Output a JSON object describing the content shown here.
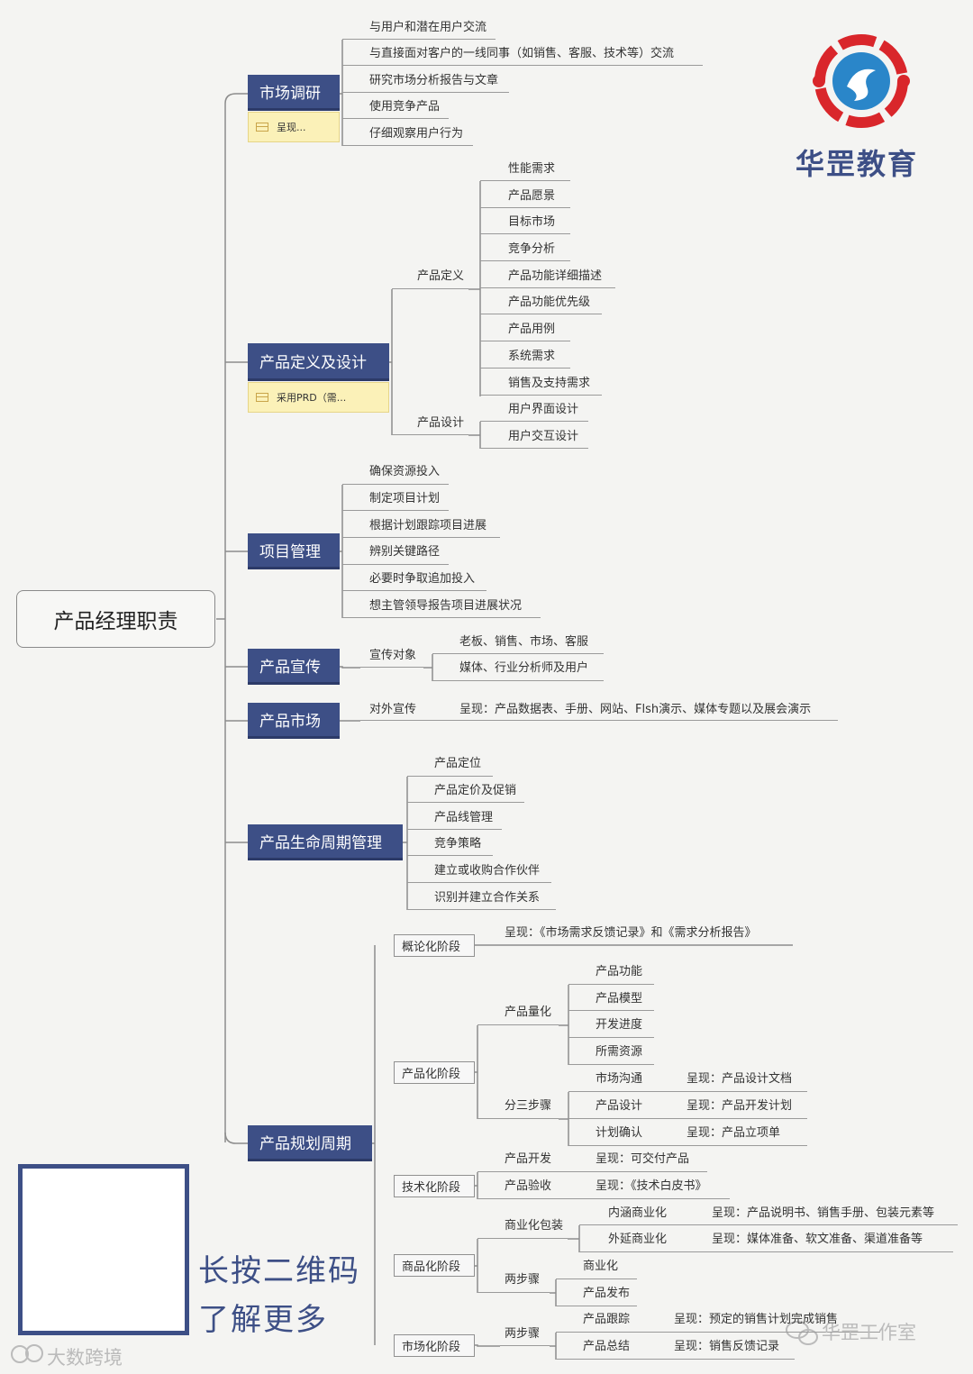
{
  "root": "产品经理职责",
  "logo": {
    "text": "华罡教育",
    "colors": {
      "ring": "#d9262b",
      "center": "#2a86c9"
    }
  },
  "categories": [
    {
      "label": "市场调研",
      "note": "呈现...",
      "items": [
        "与用户和潜在用户交流",
        "与直接面对客户的一线同事（如销售、客服、技术等）交流",
        "研究市场分析报告与文章",
        "使用竞争产品",
        "仔细观察用户行为"
      ]
    },
    {
      "label": "产品定义及设计",
      "note": "采用PRD（需...",
      "groups": [
        {
          "label": "产品定义",
          "items": [
            "性能需求",
            "产品愿景",
            "目标市场",
            "竞争分析",
            "产品功能详细描述",
            "产品功能优先级",
            "产品用例",
            "系统需求",
            "销售及支持需求"
          ]
        },
        {
          "label": "产品设计",
          "items": [
            "用户界面设计",
            "用户交互设计"
          ]
        }
      ]
    },
    {
      "label": "项目管理",
      "items": [
        "确保资源投入",
        "制定项目计划",
        "根据计划跟踪项目进展",
        "辨别关键路径",
        "必要时争取追加投入",
        "想主管领导报告项目进展状况"
      ]
    },
    {
      "label": "产品宣传",
      "groups": [
        {
          "label": "宣传对象",
          "items": [
            "老板、销售、市场、客服",
            "媒体、行业分析师及用户"
          ]
        }
      ]
    },
    {
      "label": "产品市场",
      "groups": [
        {
          "label": "对外宣传",
          "items": [
            "呈现：产品数据表、手册、网站、Flsh演示、媒体专题以及展会演示"
          ]
        }
      ]
    },
    {
      "label": "产品生命周期管理",
      "items": [
        "产品定位",
        "产品定价及促销",
        "产品线管理",
        "竞争策略",
        "建立或收购合作伙伴",
        "识别并建立合作关系"
      ]
    },
    {
      "label": "产品规划周期",
      "stages": [
        {
          "label": "概论化阶段",
          "text": "呈现：《市场需求反馈记录》和《需求分析报告》"
        },
        {
          "label": "产品化阶段",
          "groups": [
            {
              "label": "产品量化",
              "items": [
                "产品功能",
                "产品模型",
                "开发进度",
                "所需资源"
              ]
            },
            {
              "label": "分三步骤",
              "pairs": [
                {
                  "name": "市场沟通",
                  "value": "呈现：产品设计文档"
                },
                {
                  "name": "产品设计",
                  "value": "呈现：产品开发计划"
                },
                {
                  "name": "计划确认",
                  "value": "呈现：产品立项单"
                }
              ]
            }
          ]
        },
        {
          "label": "技术化阶段",
          "pairs": [
            {
              "name": "产品开发",
              "value": "呈现：可交付产品"
            },
            {
              "name": "产品验收",
              "value": "呈现：《技术白皮书》"
            }
          ]
        },
        {
          "label": "商品化阶段",
          "groups": [
            {
              "label": "商业化包装",
              "pairs": [
                {
                  "name": "内涵商业化",
                  "value": "呈现：产品说明书、销售手册、包装元素等"
                },
                {
                  "name": "外延商业化",
                  "value": "呈现：媒体准备、软文准备、渠道准备等"
                }
              ]
            },
            {
              "label": "两步骤",
              "items": [
                "商业化",
                "产品发布"
              ]
            }
          ]
        },
        {
          "label": "市场化阶段",
          "groups": [
            {
              "label": "两步骤",
              "pairs": [
                {
                  "name": "产品跟踪",
                  "value": "呈现：预定的销售计划完成销售"
                },
                {
                  "name": "产品总结",
                  "value": "呈现：销售反馈记录"
                }
              ]
            }
          ]
        }
      ]
    }
  ],
  "promo": {
    "line1": "长按二维码",
    "line2": "了解更多"
  },
  "watermarks": {
    "left": "大数跨境",
    "right": "华罡工作室"
  }
}
